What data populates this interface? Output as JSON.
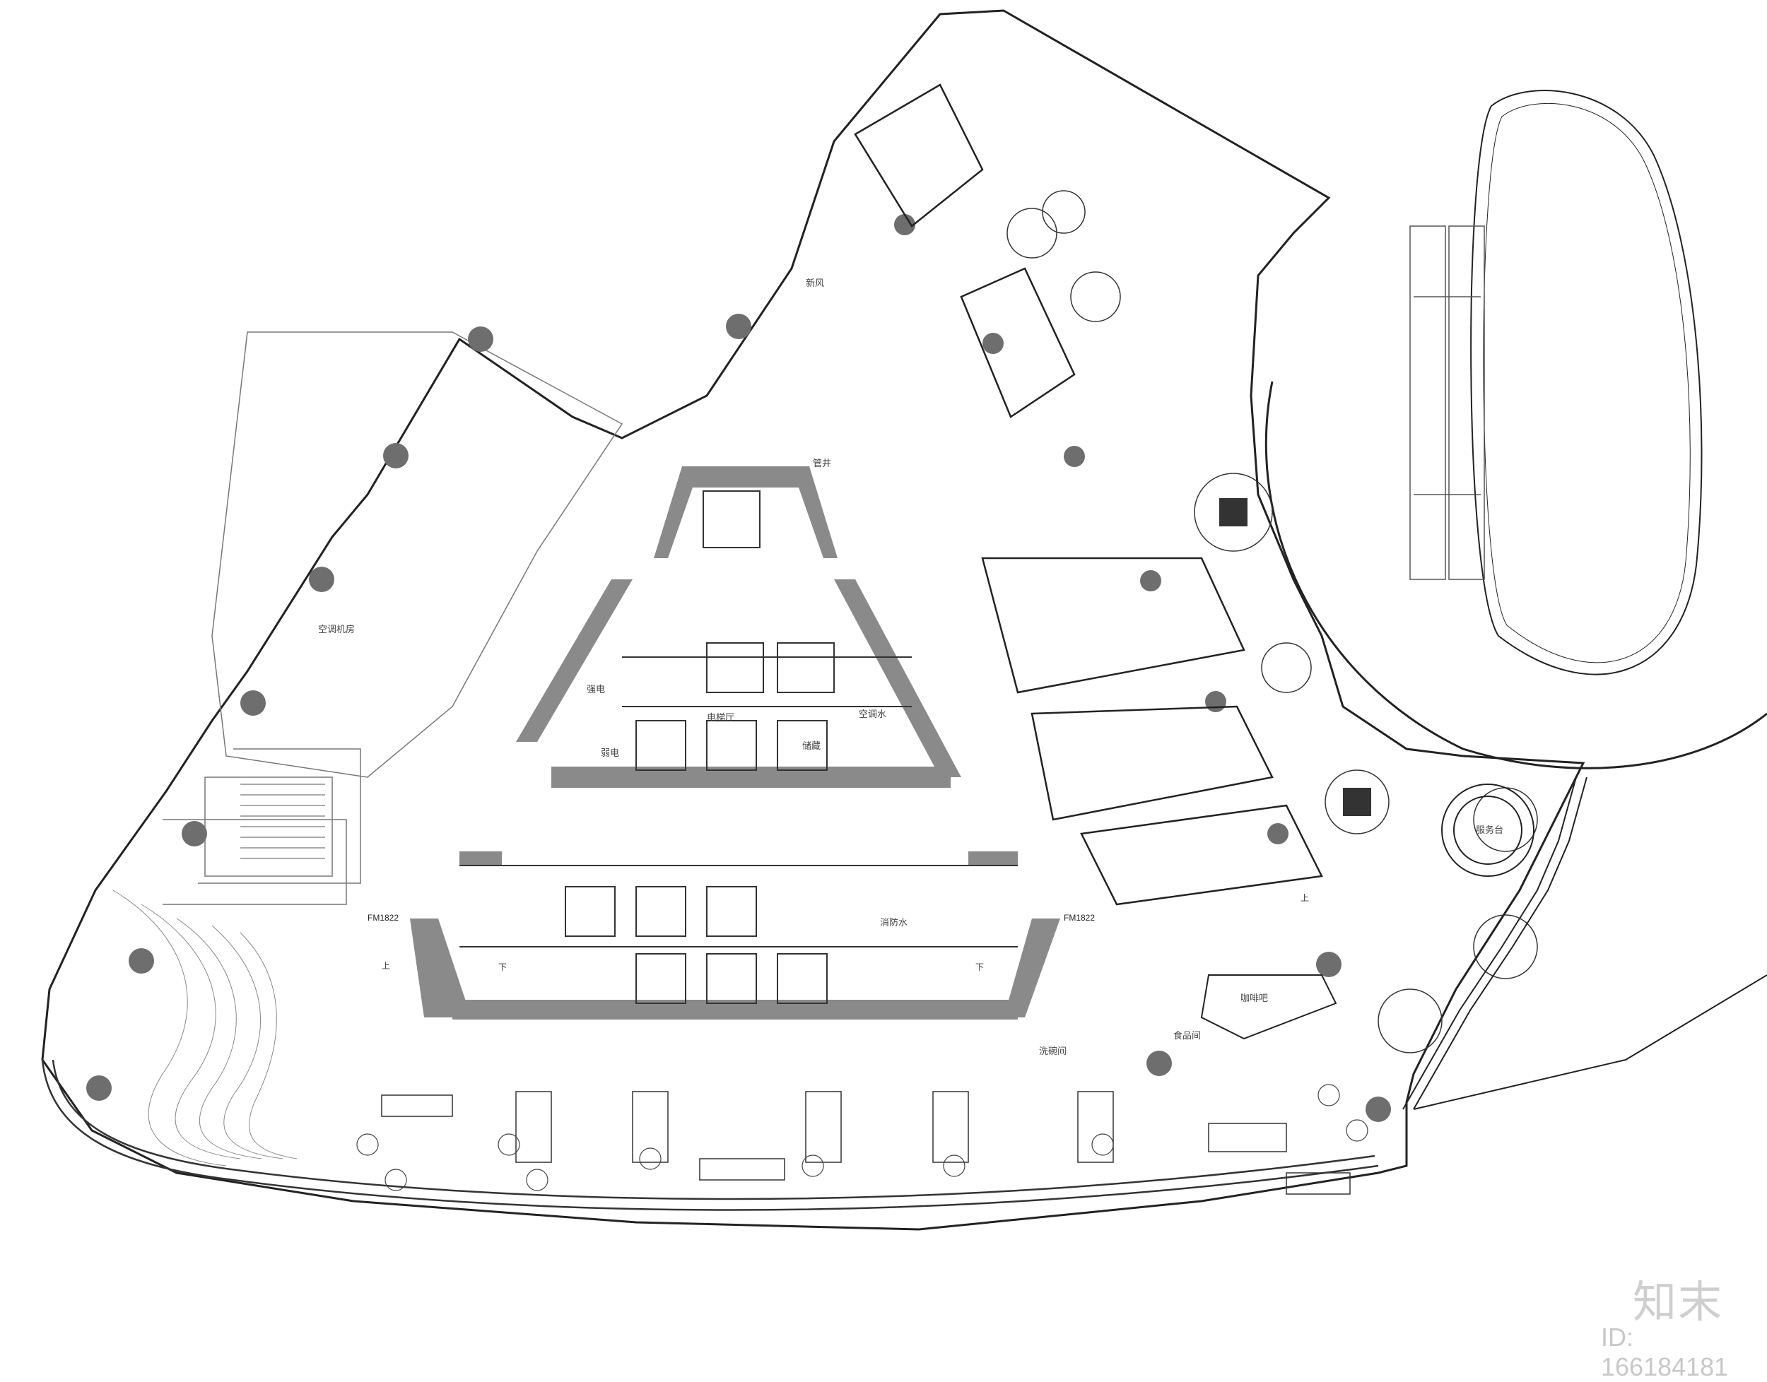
{
  "colors": {
    "wall": "#8a8a8a",
    "line": "#222222",
    "thin": "#7a7a7a",
    "column": "#6e6e6e",
    "background": "#ffffff"
  },
  "labels": {
    "service_desk": "服务台",
    "coffee_bar": "咖啡吧",
    "food_room": "食品间",
    "dish_room": "洗碗间",
    "door_a": "FM1822",
    "door_b": "FM1822",
    "elevator_hall": "电梯厅",
    "hvac_room": "空调机房",
    "hvac_shaft": "空调水",
    "strong_power": "强电",
    "weak_power": "弱电",
    "storage": "储藏",
    "fire_shaft": "消防水",
    "air_supply": "新风",
    "pipe_well": "管井",
    "up": "上",
    "down": "下"
  },
  "watermark": {
    "logo": "知末",
    "id": "ID: 166184181"
  }
}
